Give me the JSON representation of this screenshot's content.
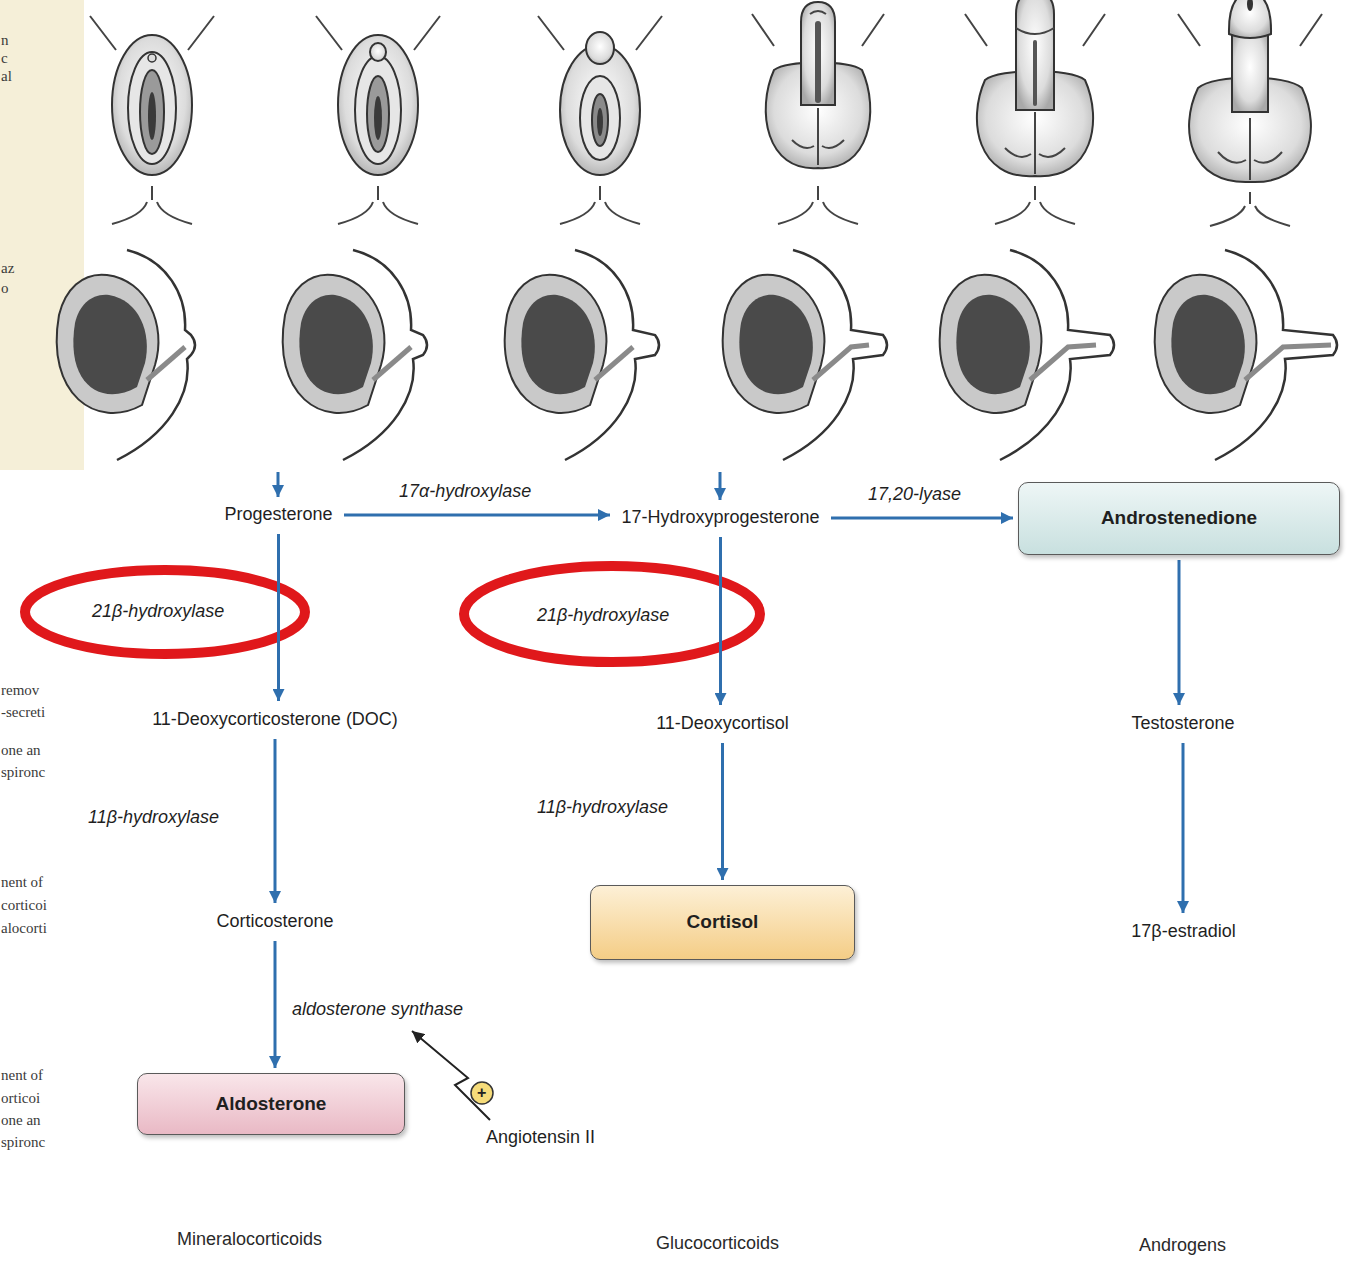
{
  "diagram": {
    "nodes": [
      {
        "text": [
          "Progesterone"
        ]
      },
      {
        "text": [
          "17-Hydroxyprogesterone"
        ]
      },
      {
        "text": [
          "Androstenedione"
        ]
      },
      {
        "text": [
          "11-Deoxycorticosterone (DOC)"
        ]
      },
      {
        "text": [
          "11-Deoxycortisol"
        ]
      },
      {
        "text": [
          "Testosterone"
        ]
      },
      {
        "text": [
          "Corticosterone"
        ]
      },
      {
        "text": [
          "Cortisol"
        ]
      },
      {
        "text": [
          "17β-estradiol"
        ]
      },
      {
        "text": [
          "Aldosterone"
        ]
      }
    ],
    "edges": [
      {
        "from": 0,
        "to": 1,
        "arrow": "to",
        "label": "17α-hydroxylase"
      },
      {
        "from": 1,
        "to": 2,
        "arrow": "to",
        "label": "17,20-lyase"
      },
      {
        "from": 0,
        "to": 3,
        "arrow": "to",
        "label": "21β-hydroxylase"
      },
      {
        "from": 1,
        "to": 4,
        "arrow": "to",
        "label": "21β-hydroxylase"
      },
      {
        "from": 2,
        "to": 5,
        "arrow": "to"
      },
      {
        "from": 3,
        "to": 6,
        "arrow": "to",
        "label": "11β-hydroxylase"
      },
      {
        "from": 4,
        "to": 7,
        "arrow": "to",
        "label": "11β-hydroxylase"
      },
      {
        "from": 5,
        "to": 8,
        "arrow": "to"
      },
      {
        "from": 6,
        "to": 9,
        "arrow": "to",
        "label": "aldosterone synthase"
      }
    ],
    "labels": [
      "Angiotensin II",
      "+",
      "Mineralocorticoids",
      "Glucocorticoids",
      "Androgens",
      "n",
      "c",
      "al",
      "az",
      "o",
      "remov",
      "-secreti",
      "one an",
      "spironc",
      "nent of",
      "corticoi",
      "alocorti",
      "nent of",
      "orticoi",
      "one an",
      "spironc"
    ]
  }
}
